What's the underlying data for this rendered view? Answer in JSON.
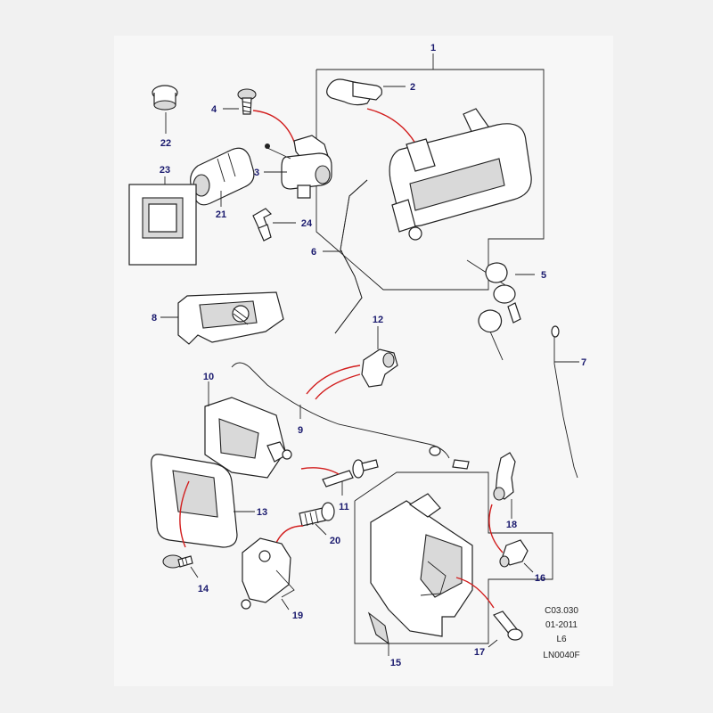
{
  "callouts": {
    "p1": "1",
    "p2": "2",
    "p3": "3",
    "p4": "4",
    "p5": "5",
    "p6": "6",
    "p7": "7",
    "p8": "8",
    "p9": "9",
    "p10": "10",
    "p11": "11",
    "p12": "12",
    "p13": "13",
    "p14": "14",
    "p15": "15",
    "p16": "16",
    "p17": "17",
    "p18": "18",
    "p19": "19",
    "p20": "20",
    "p21": "21",
    "p22": "22",
    "p23": "23",
    "p24": "24"
  },
  "reference": {
    "code": "C03.030",
    "date": "01-2011",
    "rev": "L6",
    "drawing": "LN0040F"
  },
  "colors": {
    "callout": "#1a1a6e",
    "leader_red": "#d21e1e",
    "background": "#f1f1f1"
  }
}
